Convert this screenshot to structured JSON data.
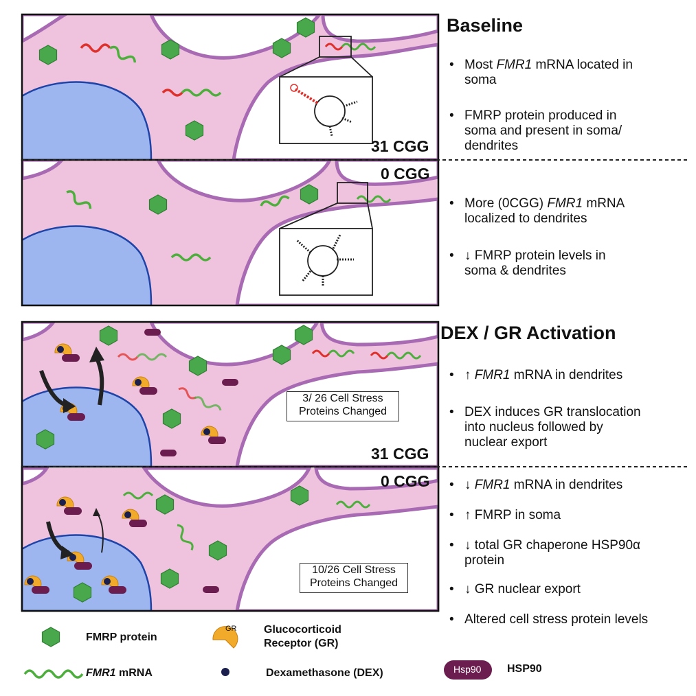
{
  "baseline": {
    "heading": "Baseline",
    "bullets": [
      {
        "pre": "Most ",
        "em": "FMR1",
        "post": " mRNA located in",
        "line2": "soma"
      },
      {
        "pre": "FMRP protein produced in",
        "em": "",
        "post": "",
        "line2": "soma and present in soma/",
        "line3": "dendrites"
      },
      {
        "pre": "More (0CGG) ",
        "em": "FMR1",
        "post": " mRNA",
        "line2": "localized to dendrites"
      },
      {
        "pre": "↓ FMRP protein levels in",
        "em": "",
        "post": "",
        "line2": "soma & dendrites"
      }
    ],
    "label_top": "31 CGG",
    "label_bottom": "0 CGG"
  },
  "dex": {
    "heading": "DEX / GR Activation",
    "bullets": [
      {
        "pre": "↑ ",
        "em": "FMR1",
        "post": " mRNA in dendrites"
      },
      {
        "pre": "DEX induces GR translocation",
        "line2": "into nucleus followed by",
        "line3": "nuclear export"
      },
      {
        "pre": "↓ ",
        "em": "FMR1",
        "post": " mRNA in dendrites"
      },
      {
        "pre": "↑ FMRP in soma"
      },
      {
        "pre": "↓ total GR chaperone HSP90α",
        "line2": "protein"
      },
      {
        "pre": "↓ GR nuclear export"
      },
      {
        "pre": "Altered cell stress protein levels"
      }
    ],
    "label_top": "31 CGG",
    "label_bottom": "0 CGG",
    "stress_top": {
      "line1": "3/ 26 Cell Stress",
      "line2": "Proteins Changed"
    },
    "stress_bottom": {
      "line1": "10/26 Cell Stress",
      "line2": "Proteins Changed"
    }
  },
  "legend": {
    "fmrp": "FMRP protein",
    "gr_line1": "Glucocorticoid",
    "gr_line2": "Receptor (GR)",
    "gr_icon_text": "GR",
    "mrna_em": "FMR1",
    "mrna_post": " mRNA",
    "dex": "Dexamethasone (DEX)",
    "hsp_icon_text": "Hsp90",
    "hsp": "HSP90"
  },
  "colors": {
    "cytoplasm": "#efc3dd",
    "membrane": "#a86bb3",
    "nucleus": "#9db6f0",
    "nucleus_edge": "#1f44a8",
    "fmrp": "#4aa84c",
    "mrna_green": "#4caf3c",
    "mrna_red": "#e0302b",
    "gr": "#f2aa2a",
    "dex": "#1a1f4d",
    "hsp90": "#6b1d4f"
  }
}
